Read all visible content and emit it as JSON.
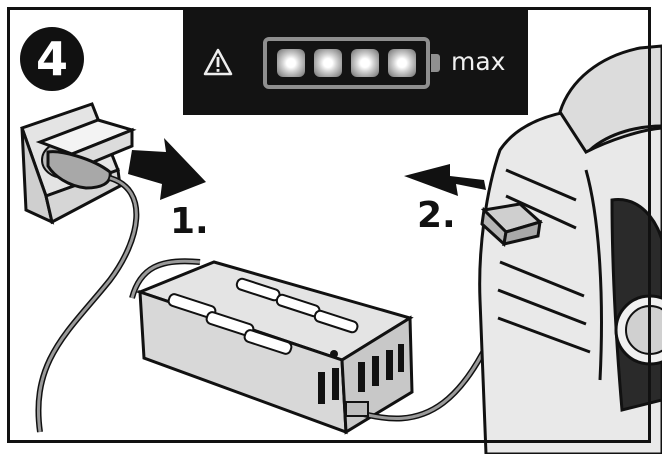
{
  "step": {
    "number": "4"
  },
  "battery_indicator": {
    "cells_lit": 4,
    "cells_total": 4,
    "max_label": "max",
    "warning_icon": "warning-triangle-icon"
  },
  "steps": [
    {
      "label": "1."
    },
    {
      "label": "2."
    }
  ],
  "colors": {
    "ink": "#111111",
    "panel": "#131313",
    "paper": "#ffffff",
    "battery_outline": "#8f8f8f",
    "charger_body": "#e4e4e4",
    "cable": "#9a9a9a"
  }
}
